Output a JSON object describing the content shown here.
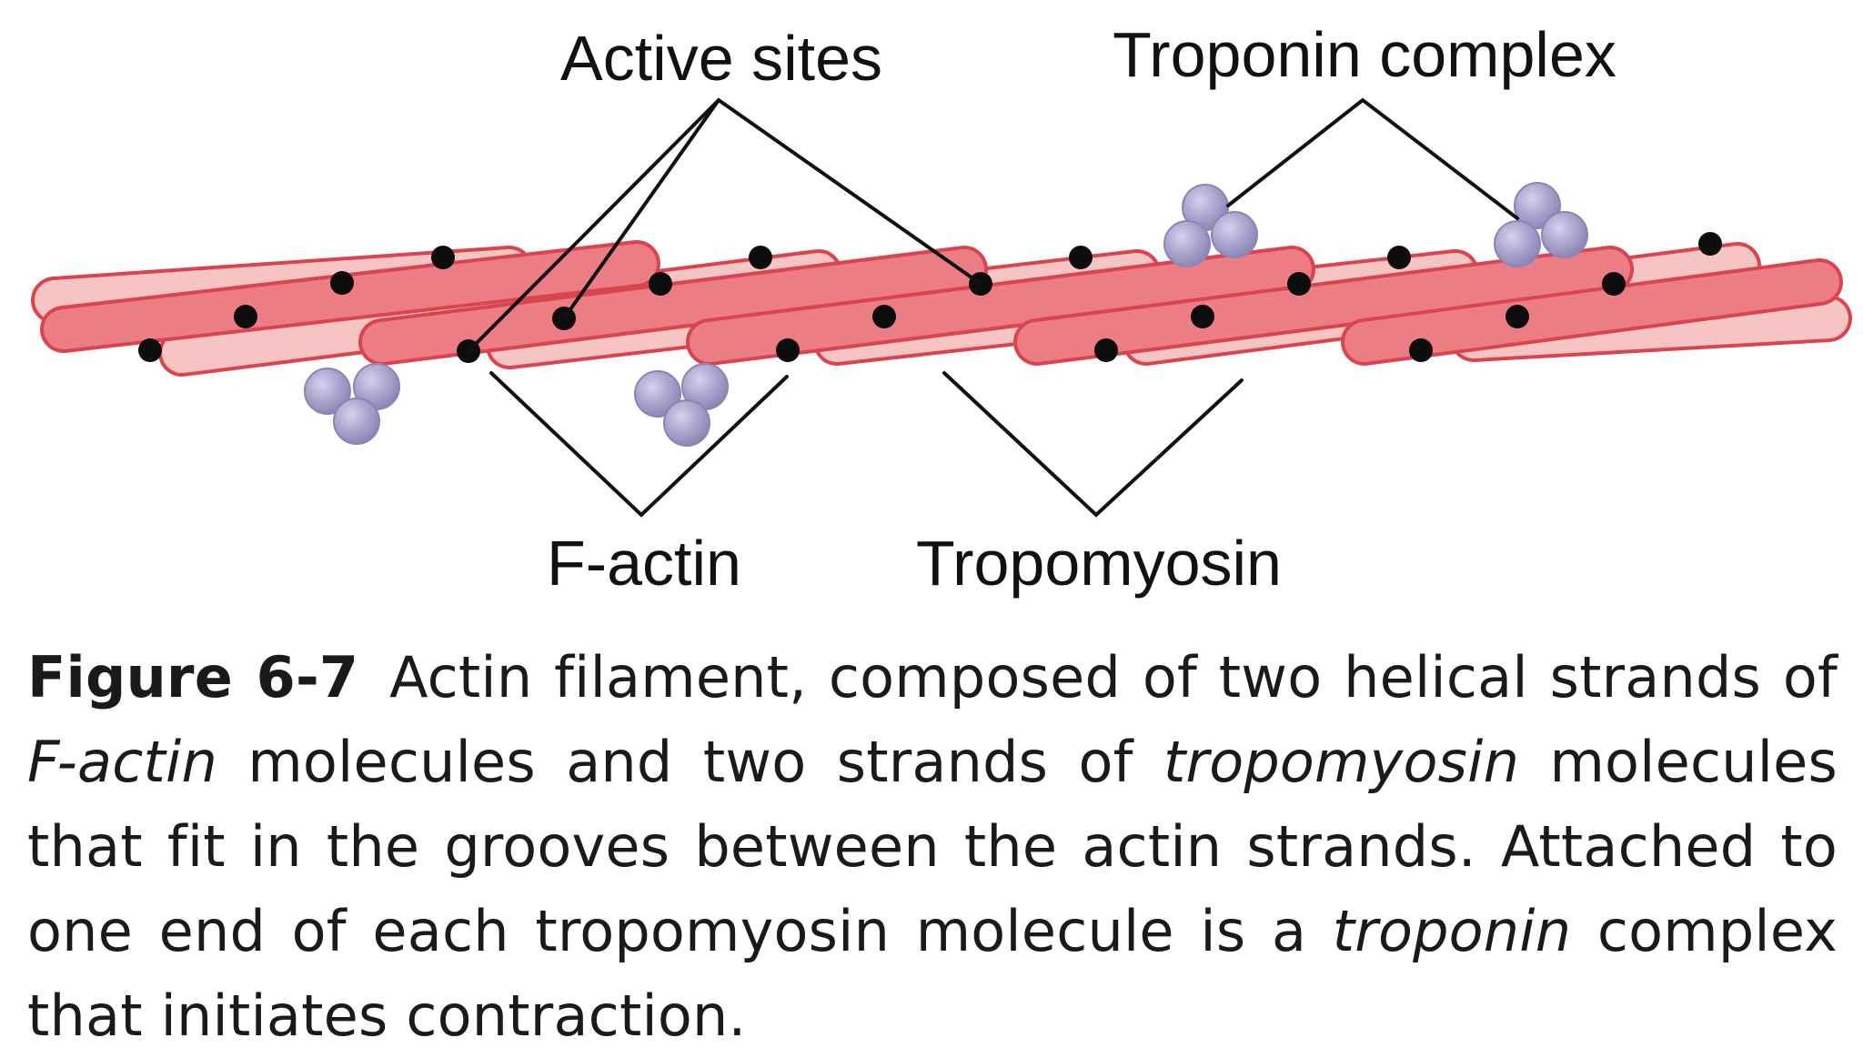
{
  "labels": {
    "active_sites": "Active sites",
    "troponin_complex": "Troponin complex",
    "f_actin": "F-actin",
    "tropomyosin": "Tropomyosin"
  },
  "caption": {
    "figure_number": "Figure 6-7",
    "text_1": "Actin filament, composed of two helical strands of ",
    "term_1": "F-actin",
    "text_2": " molecules and two strands of ",
    "term_2": "tropomyosin",
    "text_3": " molecules that fit in the grooves between the actin strands. Attached to one end of each tropomyosin molecule is a ",
    "term_3": "troponin",
    "text_4": " complex that initiates contraction."
  },
  "colors": {
    "actin_light": "#f7c4c4",
    "actin_dark": "#ec7d84",
    "actin_outline": "#d9444f",
    "troponin": "#a9a3cc",
    "troponin_outline": "#8b85b5",
    "active_site": "#0d0d0d"
  }
}
